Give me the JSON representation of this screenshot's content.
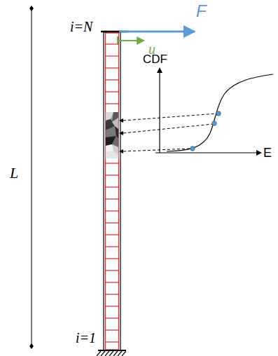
{
  "diagram": {
    "labels": [
      "F",
      "u",
      "i=N",
      "i=1",
      "L",
      "CDF",
      "E"
    ]
  }
}
